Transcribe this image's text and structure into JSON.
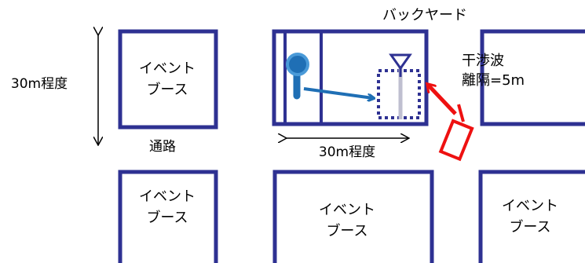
{
  "labels": {
    "booth_top_left_1": "イベント",
    "booth_top_left_2": "ブース",
    "booth_bottom_left_1": "イベント",
    "booth_bottom_left_2": "ブース",
    "booth_bottom_mid_1": "イベント",
    "booth_bottom_mid_2": "ブース",
    "booth_bottom_right_1": "イベント",
    "booth_bottom_right_2": "ブース",
    "backyard": "バックヤード",
    "vertical_dim": "30m程度",
    "horizontal_dim": "30m程度",
    "aisle": "通路",
    "interference_1": "干渉波",
    "interference_2": "離隔=5m"
  },
  "colors": {
    "booth_border": "#2e3192",
    "device_blue": "#1f6fb5",
    "interferer_red": "#ee1111",
    "antenna_gray": "#bfbfd0",
    "text": "#000000"
  }
}
